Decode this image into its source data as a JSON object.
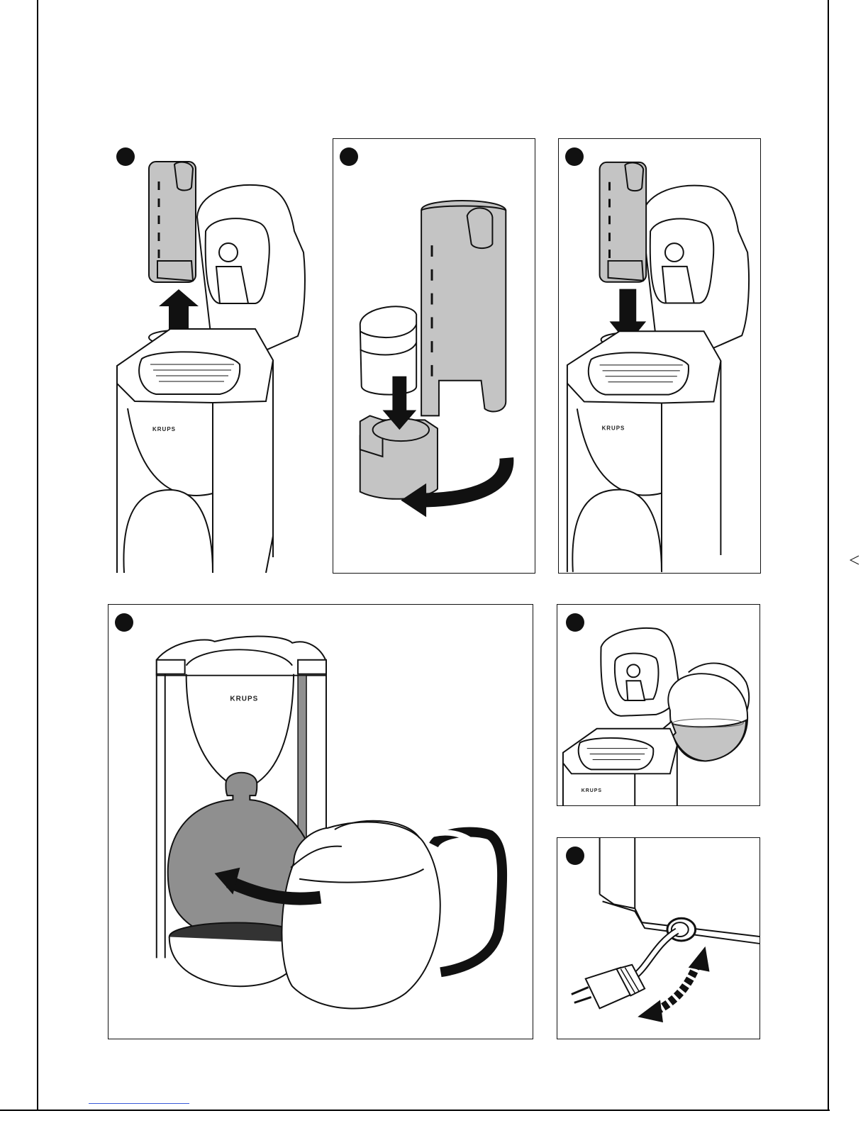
{
  "brand": "KRUPS",
  "colors": {
    "ink": "#111111",
    "tank_fill": "#c4c4c4",
    "carafe_slot": "#8f8f8f",
    "paper": "#ffffff"
  },
  "panels": [
    {
      "id": "step-1",
      "icon": "remove-water-tank-illustration"
    },
    {
      "id": "step-2",
      "icon": "insert-water-filter-illustration"
    },
    {
      "id": "step-3",
      "icon": "replace-water-tank-illustration"
    },
    {
      "id": "step-4",
      "icon": "place-carafe-illustration"
    },
    {
      "id": "step-5",
      "icon": "pour-water-into-tank-illustration"
    },
    {
      "id": "step-6",
      "icon": "power-cord-storage-illustration"
    }
  ]
}
